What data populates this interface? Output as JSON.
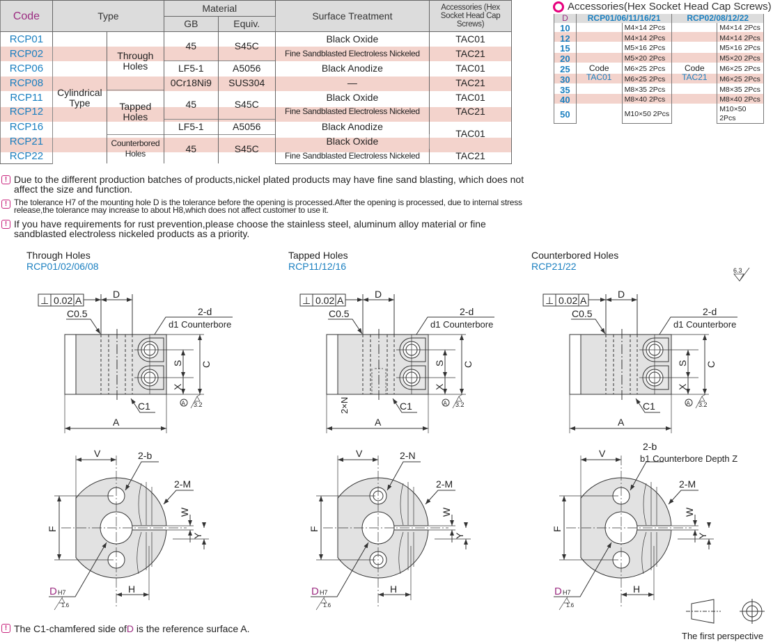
{
  "main_table": {
    "headers": {
      "code": "Code",
      "type": "Type",
      "material": "Material",
      "gb": "GB",
      "equiv": "Equiv.",
      "surface": "Surface Treatment",
      "accessories": "Accessories (Hex Socket Head Cap Screws)"
    },
    "type_main": "Cylindrical Type",
    "type_groups": [
      "Through Holes",
      "Tapped Holes",
      "Counterbored Holes"
    ],
    "codes": [
      "RCP01",
      "RCP02",
      "RCP06",
      "RCP08",
      "RCP11",
      "RCP12",
      "RCP16",
      "RCP21",
      "RCP22"
    ],
    "gb": [
      "45",
      "LF5-1",
      "0Cr18Ni9",
      "45",
      "LF5-1",
      "45"
    ],
    "equiv": [
      "S45C",
      "A5056",
      "SUS304",
      "S45C",
      "A5056",
      "S45C"
    ],
    "surface": [
      "Black Oxide",
      "Fine Sandblasted Electroless Nickeled",
      "Black Anodize",
      "—",
      "Black Oxide",
      "Fine Sandblasted Electroless Nickeled",
      "Black Anodize",
      "Black Oxide",
      "Fine Sandblasted Electroless Nickeled"
    ],
    "accessories": [
      "TAC01",
      "TAC21",
      "TAC01",
      "TAC21",
      "TAC01",
      "TAC21",
      "TAC01",
      "TAC21"
    ]
  },
  "accessories_table": {
    "title": "Accessories(Hex Socket Head Cap Screws)",
    "headers": {
      "d": "D",
      "group1": "RCP01/06/11/16/21",
      "group2": "RCP02/08/12/22"
    },
    "code_label": "Code",
    "code1": "TAC01",
    "code2": "TAC21",
    "rows": [
      {
        "d": "10",
        "s1": "M4×14  2Pcs",
        "s2": "M4×14  2Pcs"
      },
      {
        "d": "12",
        "s1": "M4×14  2Pcs",
        "s2": "M4×14  2Pcs"
      },
      {
        "d": "15",
        "s1": "M5×16  2Pcs",
        "s2": "M5×16  2Pcs"
      },
      {
        "d": "20",
        "s1": "M5×20  2Pcs",
        "s2": "M5×20  2Pcs"
      },
      {
        "d": "25",
        "s1": "M6×25  2Pcs",
        "s2": "M6×25  2Pcs"
      },
      {
        "d": "30",
        "s1": "M6×25  2Pcs",
        "s2": "M6×25  2Pcs"
      },
      {
        "d": "35",
        "s1": "M8×35  2Pcs",
        "s2": "M8×35  2Pcs"
      },
      {
        "d": "40",
        "s1": "M8×40  2Pcs",
        "s2": "M8×40  2Pcs"
      },
      {
        "d": "50",
        "s1": "M10×50  2Pcs",
        "s2": "M10×50  2Pcs"
      }
    ]
  },
  "notes": [
    "Due to the different production batches of products,nickel plated products may have fine sand blasting, which does not affect the size and function.",
    "The tolerance H7 of the mounting hole D is the tolerance before the opening is processed.After the opening is processed, due to internal stress release,the tolerance may increase to about H8,which does not affect customer to use it.",
    "If you have requirements for rust prevention,please choose the stainless steel, aluminum alloy material or fine sandblasted electroless nickeled products as a priority."
  ],
  "drawing": {
    "perp": "⊥",
    "tol": "0.02",
    "datum": "A",
    "D": "D",
    "c05": "C0.5",
    "two_d": "2-d",
    "cbore": "d1 Counterbore",
    "C": "C",
    "S": "S",
    "X": "X",
    "A": "A",
    "C1": "C1",
    "datum_circle": "A",
    "r32": "3.2",
    "V": "V",
    "M": "2-M",
    "W": "W",
    "Y": "Y",
    "F": "F",
    "H": "H",
    "DH7_D": "D",
    "DH7_H": "H7",
    "r16": "1.6"
  },
  "panels": [
    {
      "title": "Through Holes",
      "code": "RCP01/02/06/08",
      "hole": "2-b",
      "extra": "",
      "nlabel": ""
    },
    {
      "title": "Tapped Holes",
      "code": "RCP11/12/16",
      "hole": "2-N",
      "extra": "",
      "nlabel": "2×N"
    },
    {
      "title": "Counterbored Holes",
      "code": "RCP21/22",
      "hole": "2-b",
      "extra": "b1 Counterbore Depth Z",
      "nlabel": ""
    }
  ],
  "roughness": "6.3",
  "perspective_label": "The first perspective",
  "bottom_note": {
    "pre": "The C1-chamfered side of ",
    "d": "D",
    "post": " is the reference surface A."
  },
  "colors": {
    "accent_blue": "#1a7fc0",
    "band_pink": "#f3d3cc",
    "header_gray": "#dcdcdc",
    "magenta": "#9c2d82"
  }
}
